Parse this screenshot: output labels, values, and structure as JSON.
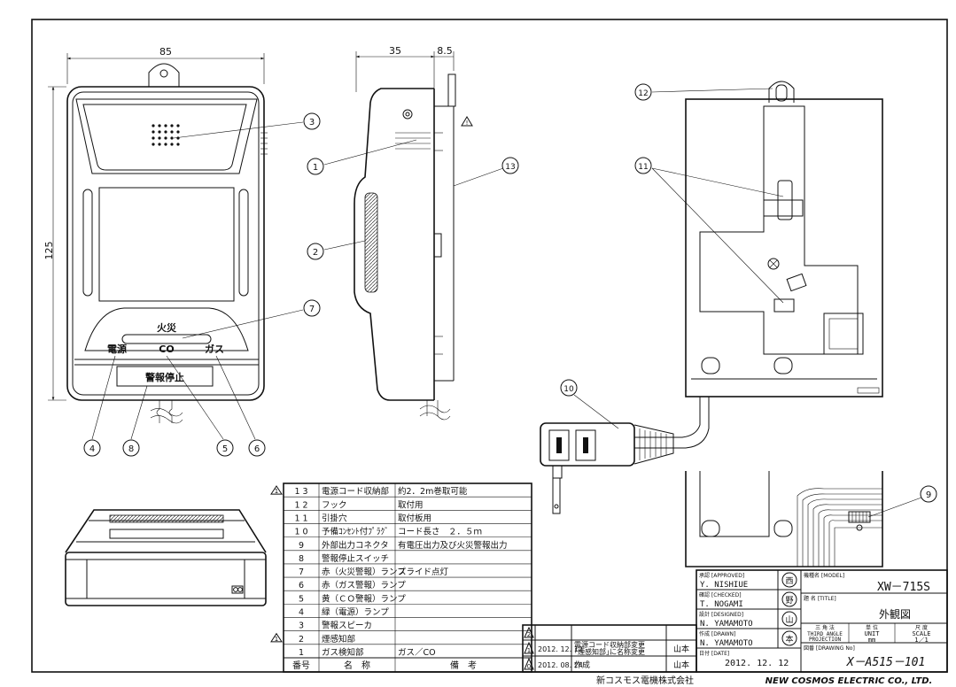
{
  "dimensions": {
    "width_front": "85",
    "height_front": "125",
    "depth_side": "35",
    "depth_tab": "8.5"
  },
  "front_labels": {
    "fire": "火災",
    "power": "電源",
    "co": "CO",
    "gas": "ガス",
    "stop_button": "警報停止"
  },
  "callouts": [
    "1",
    "2",
    "3",
    "4",
    "5",
    "6",
    "7",
    "8",
    "9",
    "10",
    "11",
    "12",
    "13"
  ],
  "revision_mark": "!",
  "parts_table": {
    "rows": [
      {
        "no": "1 3",
        "name": "電源コード収納部",
        "note": "約2．2m巻取可能",
        "rev": "1"
      },
      {
        "no": "1 2",
        "name": "フック",
        "note": "取付用",
        "rev": ""
      },
      {
        "no": "1 1",
        "name": "引掛穴",
        "note": "取付板用",
        "rev": ""
      },
      {
        "no": "1 0",
        "name": "予備ｺﾝｾﾝﾄ付ﾌﾟﾗｸﾞ",
        "note": "コード長さ　２．５ｍ",
        "rev": ""
      },
      {
        "no": "9",
        "name": "外部出力コネクタ",
        "note": "有電圧出力及び火災警報出力",
        "rev": ""
      },
      {
        "no": "8",
        "name": "警報停止スイッチ",
        "note": "",
        "rev": ""
      },
      {
        "no": "7",
        "name": "赤（火災警報）ランプ",
        "note": "スライド点灯",
        "rev": ""
      },
      {
        "no": "6",
        "name": "赤（ガス警報）ランプ",
        "note": "",
        "rev": ""
      },
      {
        "no": "5",
        "name": "黄（ＣＯ警報）ランプ",
        "note": "",
        "rev": ""
      },
      {
        "no": "4",
        "name": "緑（電源）ランプ",
        "note": "",
        "rev": ""
      },
      {
        "no": "3",
        "name": "警報スピーカ",
        "note": "",
        "rev": ""
      },
      {
        "no": "2",
        "name": "煙感知部",
        "note": "",
        "rev": "1"
      },
      {
        "no": "1",
        "name": "ガス検知部",
        "note": "ガス／CO",
        "rev": ""
      }
    ],
    "header": {
      "no": "番号",
      "name": "名　称",
      "note": "備　考"
    }
  },
  "revisions": [
    {
      "mark": "2",
      "date": "",
      "desc1": "",
      "desc2": "",
      "by": ""
    },
    {
      "mark": "1",
      "date": "2012. 12. 12",
      "desc1": "電源コード収納部変更",
      "desc2": "｢煙感知部｣に名称変更",
      "by": "山本"
    },
    {
      "mark": "0",
      "date": "2012. 08. 24",
      "desc1": "作成",
      "desc2": "",
      "by": "山本"
    }
  ],
  "title_block": {
    "approved_label": "承認 [APPROVED]",
    "approved": "Y. NISHIUE",
    "checked_label": "確認 [CHECKED]",
    "checked": "T. NOGAMI",
    "designed_label": "設計 [DESIGNED]",
    "designed": "N. YAMAMOTO",
    "drawn_label": "作成 [DRAWN]",
    "drawn": "N. YAMAMOTO",
    "date_label": "日付 [DATE]",
    "date": "2012. 12. 12",
    "model_label": "機種名 [MODEL]",
    "model": "XW－715S",
    "title_label": "題 名 [TITLE]",
    "title": "外観図",
    "projection_jp": "三 角 法",
    "projection_en1": "THIRD ANGLE",
    "projection_en2": "PROJECTION",
    "unit_jp": "単 位",
    "unit_en": "UNIT",
    "unit": "mm",
    "scale_jp": "尺 度",
    "scale_en": "SCALE",
    "scale": "1／1",
    "drawing_no_label": "図番 [DRAWING No]",
    "drawing_no": "X－A515－101",
    "stamp1": "西",
    "stamp2": "野",
    "stamp3": "山",
    "stamp4": "本"
  },
  "company_jp": "新コスモス電機株式会社",
  "company_en": "NEW COSMOS ELECTRIC CO., LTD."
}
